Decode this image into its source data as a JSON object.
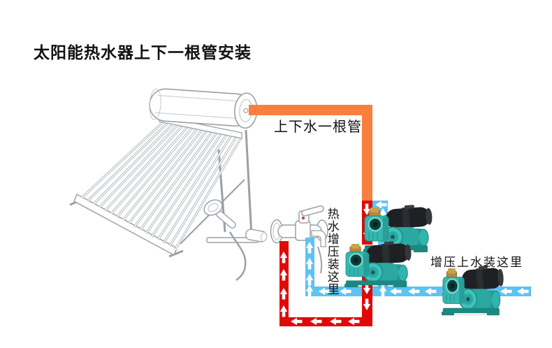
{
  "title": "太阳能热水器上下一根管安装",
  "labels": {
    "single_pipe": "上下水一根管",
    "hot_booster": "热水增压装这里",
    "supply_booster": "增压上水装这里"
  },
  "colors": {
    "background": "#ffffff",
    "text": "#111111",
    "pipe_hot_upper": "#f8803f",
    "pipe_hot_lower": "#e10808",
    "pipe_cold": "#5cc3f2",
    "arrow": "#ffffff",
    "pump_teal": "#2fb5ad",
    "pump_motor": "#1f2023",
    "sketch_line": "#9aa0a6"
  }
}
